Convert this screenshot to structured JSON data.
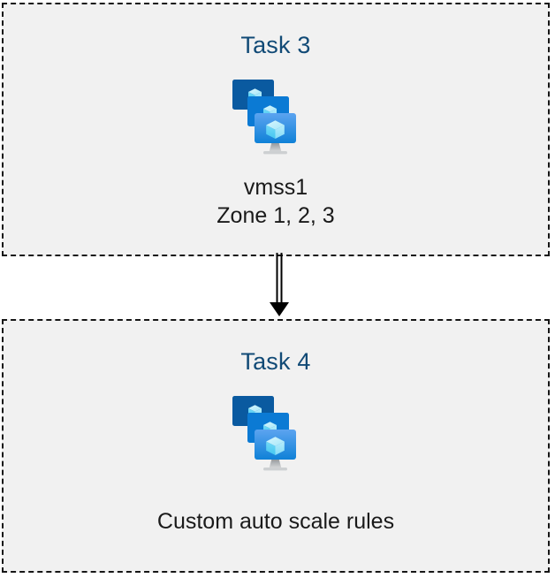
{
  "diagram": {
    "background_color": "#ffffff",
    "box_fill_color": "#f1f1f1",
    "box_border_color": "#161616",
    "title_color": "#114a76",
    "caption_color": "#1a1a1a",
    "connector_color": "#000000",
    "boxes": [
      {
        "id": "task-3",
        "title": "Task 3",
        "icon": "azure-vm-scale-set-icon",
        "caption_lines": [
          "vmss1",
          "Zone 1, 2, 3"
        ]
      },
      {
        "id": "task-4",
        "title": "Task 4",
        "icon": "azure-vm-scale-set-icon",
        "caption_lines": [
          "Custom auto scale rules"
        ]
      }
    ],
    "connector": {
      "name": "arrow-down",
      "from": "task-3",
      "to": "task-4",
      "style": "double-line-with-solid-arrowhead"
    },
    "icon_palette": {
      "monitor_back": "#0a5aa0",
      "monitor_middle": "#0b7ad4",
      "monitor_front_top": "#57a0ef",
      "monitor_front_bottom": "#1383d8",
      "cube_light": "#c3f1fb",
      "cube_mid": "#9fe6f8",
      "cube_dark": "#50d0f5",
      "stand_gray": "#9aa0a3"
    }
  }
}
